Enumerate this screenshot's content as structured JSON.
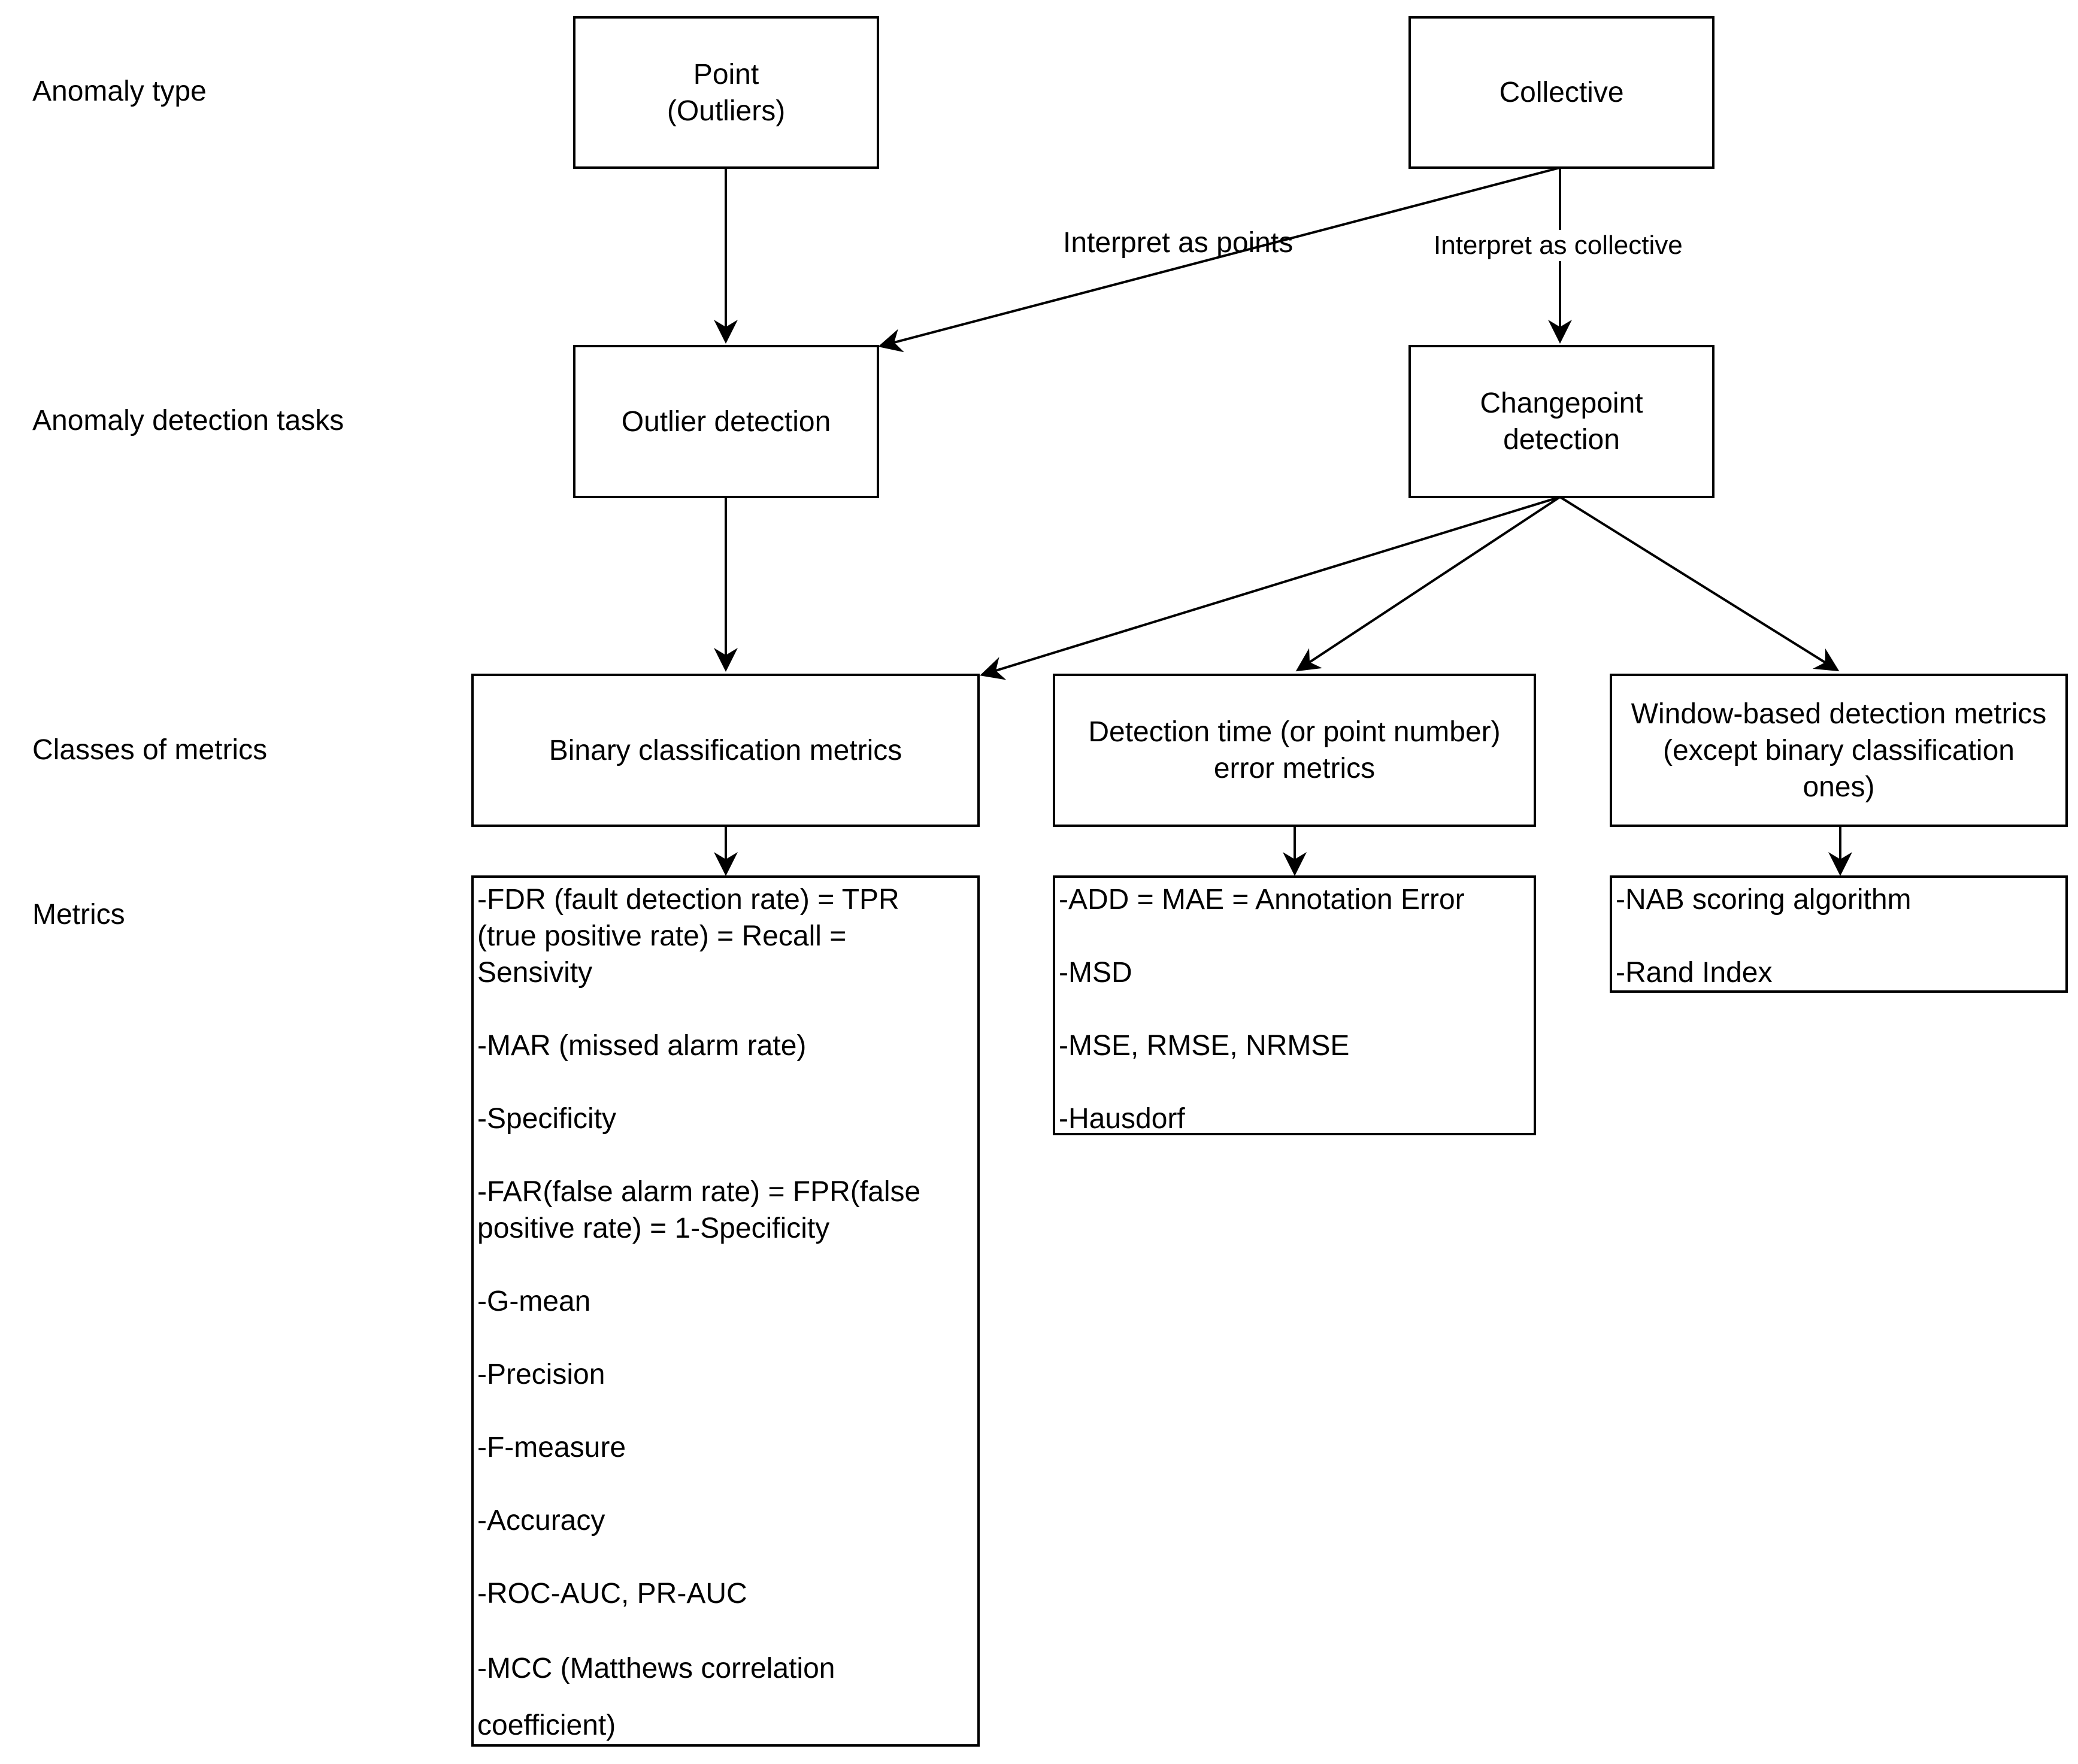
{
  "rows": {
    "anomaly_type": "Anomaly type",
    "tasks": "Anomaly detection tasks",
    "classes": "Classes of metrics",
    "metrics": "Metrics"
  },
  "nodes": {
    "point": "Point\n(Outliers)",
    "collective": "Collective",
    "outlier_detection": "Outlier detection",
    "changepoint_detection": "Changepoint\ndetection",
    "binary_metrics": "Binary classification metrics",
    "detection_time_metrics": "Detection time (or point number)\nerror metrics",
    "window_metrics": "Window-based detection metrics\n(except binary classification\nones)"
  },
  "edge_labels": {
    "interpret_points": "Interpret as points",
    "interpret_collective": "Interpret as collective"
  },
  "metric_lists": {
    "binary": [
      "-FDR (fault detection rate) = TPR\n(true positive rate) = Recall =\nSensivity",
      "-MAR (missed alarm rate)",
      "-Specificity",
      "-FAR(false alarm rate) = FPR(false\npositive rate) = 1-Specificity",
      "-G-mean",
      "-Precision",
      "-F-measure",
      "-Accuracy",
      "-ROC-AUC, PR-AUC",
      "-MCC (Matthews correlation\ncoefficient)"
    ],
    "detection_time": [
      "-ADD = MAE = Annotation Error",
      "-MSD",
      "-MSE, RMSE, NRMSE",
      "-Hausdorf"
    ],
    "window": [
      "-NAB scoring algorithm",
      "-Rand Index"
    ]
  }
}
